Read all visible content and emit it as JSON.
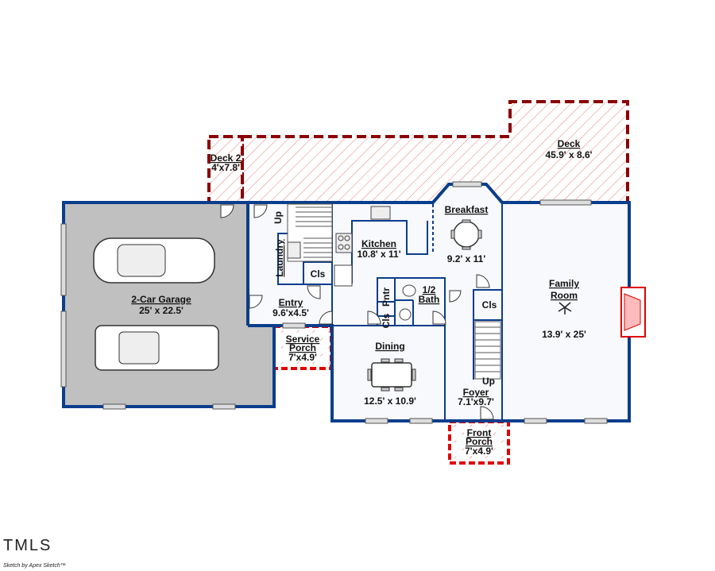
{
  "colors": {
    "wall": "#0a3d8c",
    "deck": "#8b0000",
    "porch": "#e00000",
    "garage_floor": "#c0c0c0",
    "floor": "#f7f9fc"
  },
  "rooms": {
    "deck2": {
      "name": "Deck 2",
      "size": "4'x7.8'"
    },
    "deck": {
      "name": "Deck",
      "size": "45.9' x 8.6'"
    },
    "garage": {
      "name": "2-Car Garage",
      "size": "25' x 22.5'"
    },
    "laundry": {
      "name": "Laundry"
    },
    "stairs_up_rear": {
      "name": "Up"
    },
    "laundry_closet": {
      "name": "Cls"
    },
    "kitchen": {
      "name": "Kitchen",
      "size": "10.8' x 11'"
    },
    "breakfast": {
      "name": "Breakfast",
      "size": "9.2' x 11'"
    },
    "pantry": {
      "name": "Pntr"
    },
    "half_bath": {
      "name": "1/2",
      "name2": "Bath"
    },
    "bath_closet": {
      "name": "Cls"
    },
    "foyer_closet": {
      "name": "Cls"
    },
    "entry": {
      "name": "Entry",
      "size": "9.6'x4.5'"
    },
    "service_porch": {
      "name": "Service",
      "name2": "Porch",
      "size": "7'x4.9'"
    },
    "dining": {
      "name": "Dining",
      "size": "12.5' x 10.9'"
    },
    "foyer": {
      "name": "Foyer",
      "size": "7.1'x9.7'"
    },
    "stairs_up_front": {
      "name": "Up"
    },
    "front_porch": {
      "name": "Front",
      "name2": "Porch",
      "size": "7'x4.9'"
    },
    "family": {
      "name": "Family",
      "name2": "Room",
      "size": "13.9' x 25'"
    }
  },
  "footer": {
    "logo": "TMLS",
    "credit": "Sketch by Apex Sketch™"
  }
}
